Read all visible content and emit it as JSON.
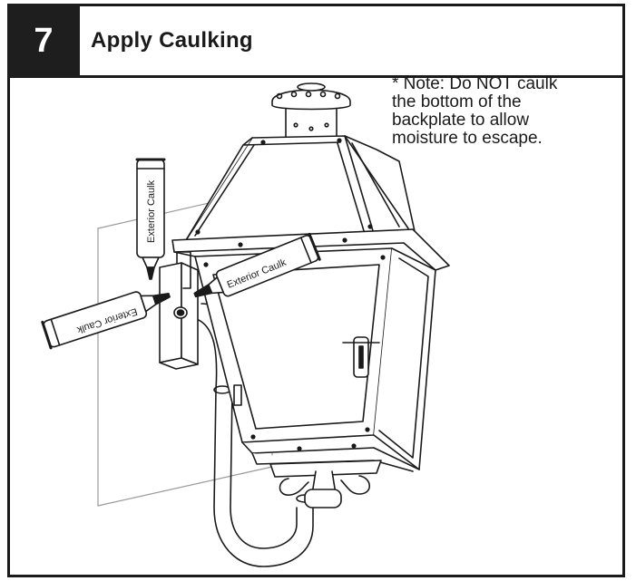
{
  "step": {
    "number": "7",
    "title": "Apply Caulking"
  },
  "note": {
    "lines": [
      "* Note: Do NOT caulk",
      "the bottom of the",
      "backplate to allow",
      "moisture to escape."
    ]
  },
  "illustration": {
    "caulk_tube_label": "Exterior Caulk"
  }
}
